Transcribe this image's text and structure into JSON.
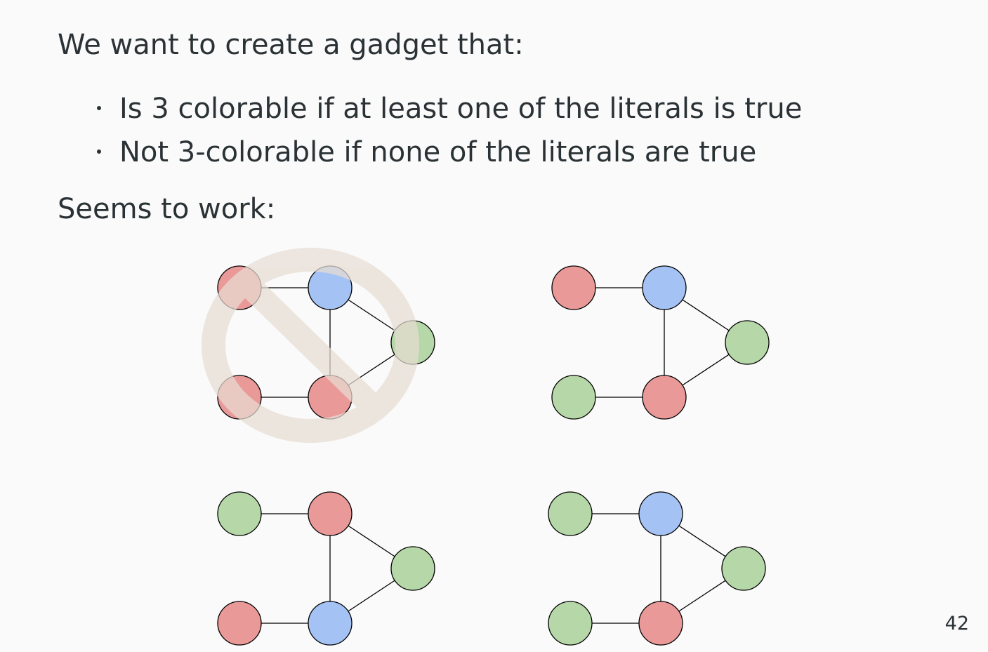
{
  "slide": {
    "intro": "We want to create a gadget that:",
    "bullets": [
      "Is 3 colorable if at least one of the literals is true",
      "Not 3-colorable if none of the literals are true"
    ],
    "conclusion": "Seems to work:",
    "page_number": "42"
  },
  "colors": {
    "red": "#ea9999",
    "blue": "#a4c2f4",
    "green": "#b6d7a8",
    "edge": "#000000",
    "prohibited_sign": "#e8ddd4"
  },
  "gadgets": [
    {
      "name": "gadget-top-left",
      "prohibited": true,
      "nodes": {
        "literal_top": "red",
        "literal_bottom": "red",
        "inner_top": "blue",
        "inner_bottom": "red",
        "output": "green"
      }
    },
    {
      "name": "gadget-top-right",
      "prohibited": false,
      "nodes": {
        "literal_top": "red",
        "literal_bottom": "green",
        "inner_top": "blue",
        "inner_bottom": "red",
        "output": "green"
      }
    },
    {
      "name": "gadget-bottom-left",
      "prohibited": false,
      "nodes": {
        "literal_top": "green",
        "literal_bottom": "red",
        "inner_top": "red",
        "inner_bottom": "blue",
        "output": "green"
      }
    },
    {
      "name": "gadget-bottom-right",
      "prohibited": false,
      "nodes": {
        "literal_top": "green",
        "literal_bottom": "green",
        "inner_top": "blue",
        "inner_bottom": "red",
        "output": "green"
      }
    }
  ],
  "edges": [
    [
      "literal_top",
      "inner_top"
    ],
    [
      "literal_bottom",
      "inner_bottom"
    ],
    [
      "inner_top",
      "inner_bottom"
    ],
    [
      "inner_top",
      "output"
    ],
    [
      "inner_bottom",
      "output"
    ]
  ]
}
